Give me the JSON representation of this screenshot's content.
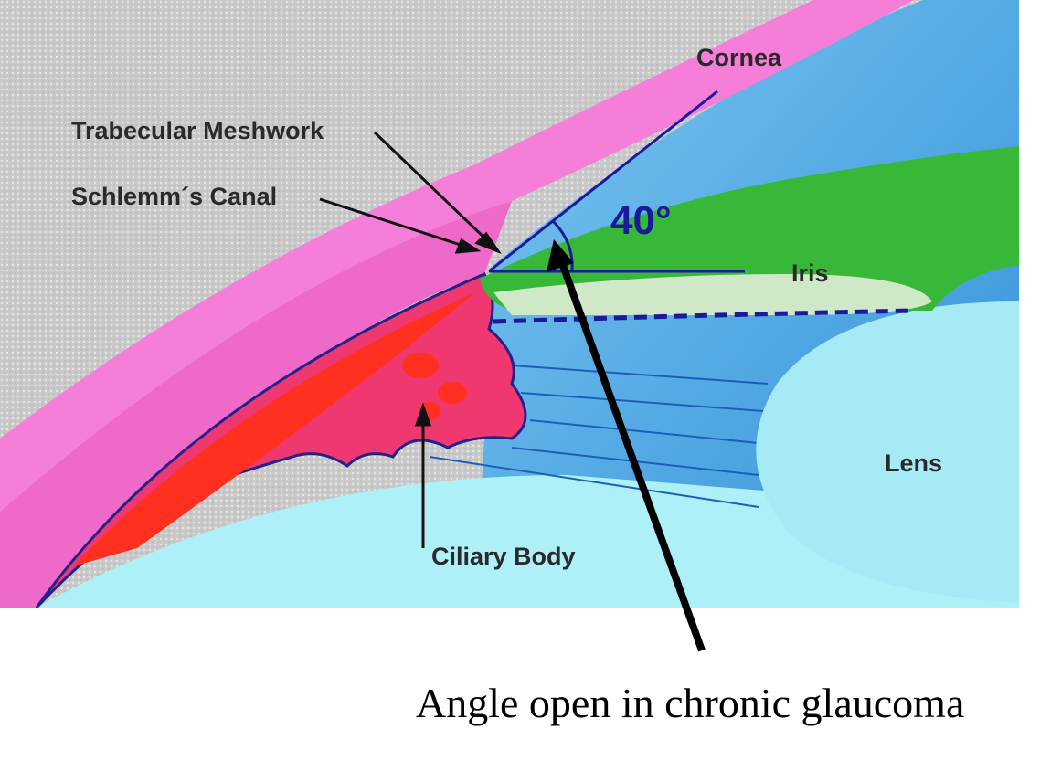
{
  "labels": {
    "cornea": "Cornea",
    "trabecular_meshwork": "Trabecular Meshwork",
    "schlemms_canal": "Schlemm´s Canal",
    "angle": "40°",
    "iris": "Iris",
    "lens": "Lens",
    "ciliary_body": "Ciliary Body"
  },
  "caption": "Angle open in chronic glaucoma",
  "colors": {
    "sclera": "#c8c8c8",
    "cornea": "#f07ad8",
    "ciliary_body": "#f0306a",
    "anterior_chamber": "#3aa0e0",
    "iris": "#3cb83c",
    "lens": "#9fe8f4",
    "angle_lines": "#1a1a9a"
  }
}
